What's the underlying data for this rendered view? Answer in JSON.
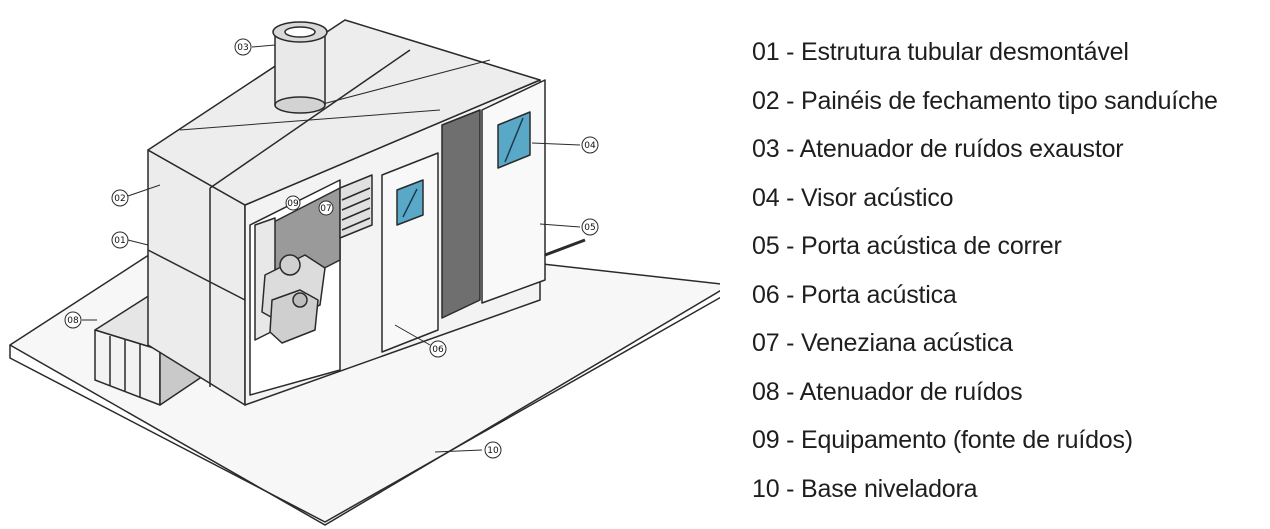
{
  "legend": [
    {
      "num": "01",
      "label": "01 - Estrutura tubular desmontável"
    },
    {
      "num": "02",
      "label": "02 - Painéis de fechamento tipo sanduíche"
    },
    {
      "num": "03",
      "label": "03 - Atenuador de ruídos exaustor"
    },
    {
      "num": "04",
      "label": "04 - Visor acústico"
    },
    {
      "num": "05",
      "label": "05 - Porta acústica de correr"
    },
    {
      "num": "06",
      "label": "06 - Porta acústica"
    },
    {
      "num": "07",
      "label": "07 - Veneziana acústica"
    },
    {
      "num": "08",
      "label": "08 - Atenuador de ruídos"
    },
    {
      "num": "09",
      "label": "09 - Equipamento (fonte de ruídos)"
    },
    {
      "num": "10",
      "label": "10 - Base niveladora"
    }
  ],
  "colors": {
    "line": "#2a2a2a",
    "panel_light": "#f0f0f0",
    "panel_mid": "#d8d8d8",
    "panel_dark": "#8a8a8a",
    "window_glass": "#5aa8c8"
  }
}
